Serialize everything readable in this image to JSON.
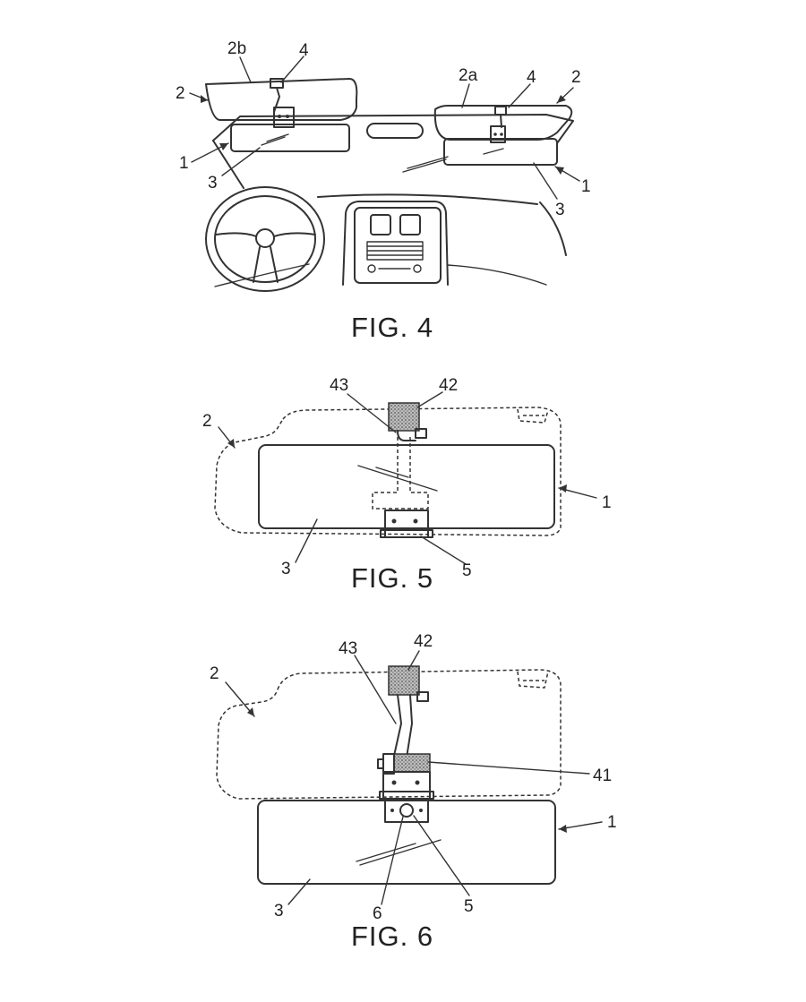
{
  "figures": [
    {
      "caption": "FIG. 4",
      "labels": {
        "2b": "2b",
        "4_left": "4",
        "2_left": "2",
        "1_left": "1",
        "3_left": "3",
        "2a": "2a",
        "4_right": "4",
        "2_right": "2",
        "1_right": "1",
        "3_right": "3"
      }
    },
    {
      "caption": "FIG. 5",
      "labels": {
        "43": "43",
        "42": "42",
        "2": "2",
        "1": "1",
        "3": "3",
        "5": "5"
      }
    },
    {
      "caption": "FIG. 6",
      "labels": {
        "43": "43",
        "42": "42",
        "2": "2",
        "41": "41",
        "1": "1",
        "3": "3",
        "6": "6",
        "5": "5"
      }
    }
  ],
  "colors": {
    "line": "#333333",
    "stipple": "#888888",
    "background": "#ffffff"
  }
}
